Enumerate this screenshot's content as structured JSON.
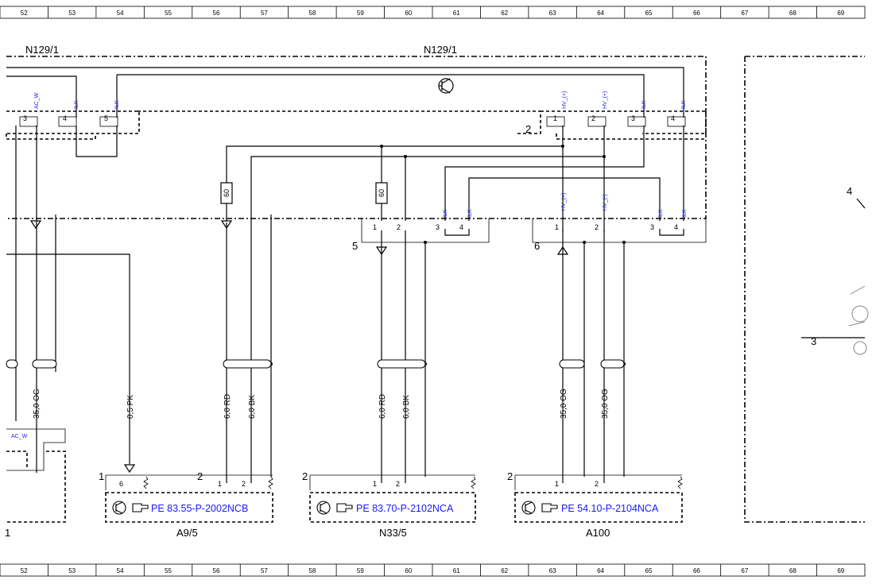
{
  "ruler": {
    "numbers": [
      "52",
      "53",
      "54",
      "55",
      "56",
      "57",
      "58",
      "59",
      "60",
      "61",
      "62",
      "63",
      "64",
      "65",
      "66",
      "67",
      "68",
      "69"
    ]
  },
  "components": {
    "n129_left": "N129/1",
    "n129_right": "N129/1",
    "a9_5": "A9/5",
    "n33_5": "N33/5",
    "a100": "A100",
    "left_edge_num": "1"
  },
  "connector_labels": {
    "left_2": "2",
    "c5": "5",
    "c6": "6",
    "a9_1": "1",
    "a9_2": "2",
    "n33_2": "2",
    "a100_2": "2",
    "right_4": "4",
    "right_3": "3"
  },
  "pins": {
    "top_left": [
      "3",
      "4",
      "5"
    ],
    "top_right": [
      "1",
      "2",
      "3",
      "4"
    ],
    "mid5": [
      "1",
      "2",
      "3",
      "4"
    ],
    "mid6": [
      "1",
      "2",
      "3",
      "4"
    ],
    "a9": [
      "6",
      "1",
      "2"
    ],
    "n33": [
      "1",
      "2"
    ],
    "a100": [
      "1",
      "2"
    ],
    "fuse1": "60",
    "fuse2": "60"
  },
  "signals": {
    "ac_w_top": "AC_W",
    "ac_w_bottom": "AC_W",
    "ilk": "ILK",
    "hv_plus": "HV_(+)",
    "hv_minus": "HV_(-)"
  },
  "wires": {
    "og_left": "35,0 OG",
    "pk": "0,5 PK",
    "rd1": "6,0 RD",
    "bk1": "6,0 BK",
    "rd2": "6,0 RD",
    "bk2": "6,0 BK",
    "og1": "35,0 OG",
    "og2": "35,0 OG"
  },
  "references": {
    "a9_5": "PE 83.55-P-2002NCB",
    "n33_5": "PE 83.70-P-2102NCA",
    "a100": "PE 54.10-P-2104NCA"
  },
  "colors": {
    "link": "#1a1aff",
    "line": "#000000"
  }
}
